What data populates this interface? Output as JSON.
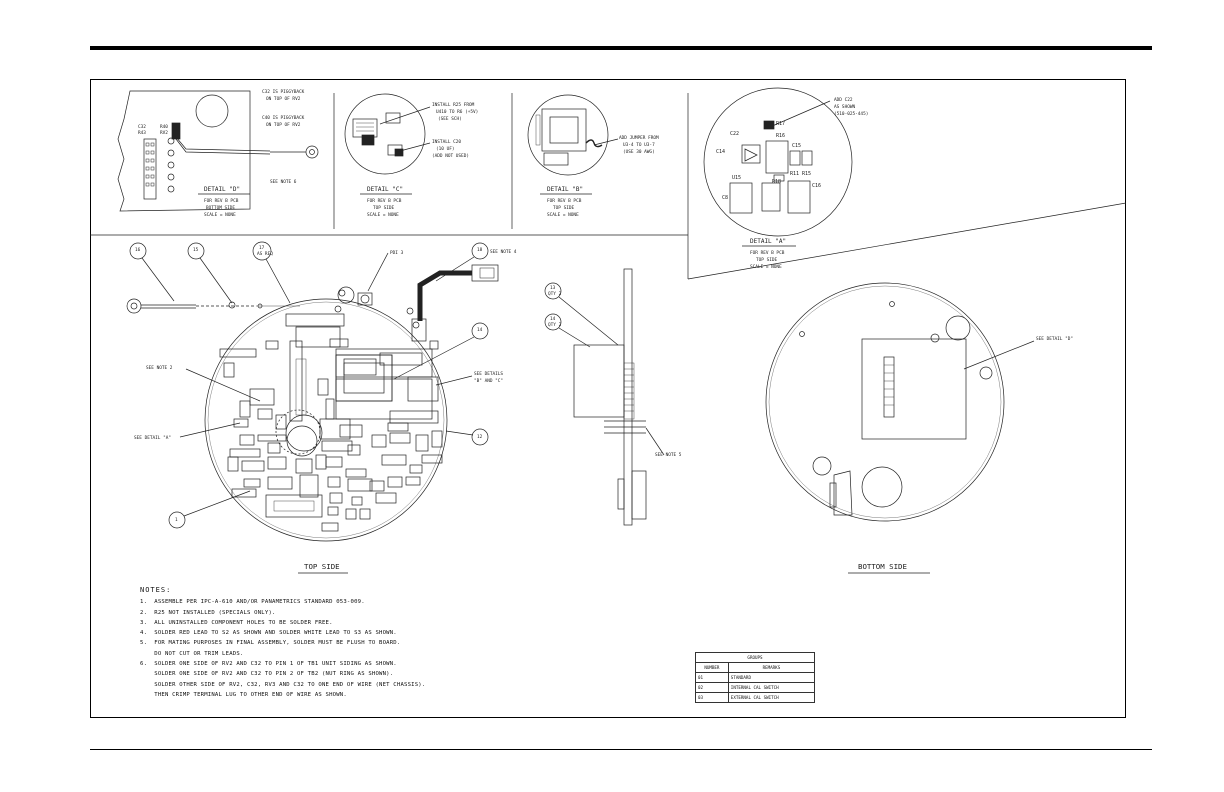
{
  "details": {
    "d": {
      "labels": [
        "C32",
        "R40",
        "R43",
        "RV2"
      ],
      "note1": [
        "C32 IS PIGGYBACK",
        "ON TOP OF RV2"
      ],
      "note2": [
        "C40 IS PIGGYBACK",
        "ON TOP OF RV2"
      ],
      "see_note": "SEE NOTE 6",
      "title": "DETAIL \"D\"",
      "sub": [
        "FOR REV B PCB",
        "BOTTOM SIDE",
        "SCALE = NONE"
      ]
    },
    "c": {
      "install1": [
        "INSTALL R25 FROM",
        "U410 TO R6 (+5V)",
        "(SEE SCH)"
      ],
      "install2": [
        "INSTALL C20",
        "(10 UF)",
        "(ADD NOT USED)"
      ],
      "title": "DETAIL \"C\"",
      "sub": [
        "FOR REV B PCB",
        "TOP SIDE",
        "SCALE = NONE"
      ]
    },
    "b": {
      "jumper": [
        "ADD JUMPER FROM",
        "U3-4 TO U3-7",
        "(USE 30 AWG)"
      ],
      "title": "DETAIL \"B\"",
      "sub": [
        "FOR REV B PCB",
        "TOP SIDE",
        "SCALE = NONE"
      ]
    },
    "a": {
      "add": [
        "ADD C22",
        "AS SHOWN",
        "(510-025-445)"
      ],
      "parts": [
        "C22",
        "C14",
        "R17",
        "R16",
        "U15",
        "C15",
        "R11",
        "R15",
        "C16",
        "C8",
        "R18"
      ],
      "title": "DETAIL \"A\"",
      "sub": [
        "FOR REV B PCB",
        "TOP SIDE",
        "SCALE = NONE"
      ]
    }
  },
  "top_side": {
    "title": "TOP SIDE",
    "balloons": [
      "16",
      "15",
      "17",
      "18",
      "14",
      "12",
      "1"
    ],
    "balloon_sub": "AS REQ",
    "callouts": {
      "pdi": "PDI 3",
      "see_note_4": "SEE NOTE 4",
      "see_note_2": "SEE NOTE 2",
      "see_detail_a": "SEE DETAIL \"A\"",
      "see_details_bc": [
        "SEE DETAILS",
        "\"B\" AND \"C\""
      ]
    }
  },
  "side_view": {
    "balloons": [
      "13",
      "14"
    ],
    "balloon_sub": "QTY 2",
    "see_note": "SEE NOTE 5"
  },
  "bottom_side": {
    "title": "BOTTOM SIDE",
    "see_detail": "SEE DETAIL \"D\""
  },
  "notes": {
    "heading": "NOTES:",
    "lines": [
      "1.  ASSEMBLE PER IPC-A-610 AND/OR PANAMETRICS STANDARD 053-009.",
      "2.  R25 NOT INSTALLED (SPECIALS ONLY).",
      "3.  ALL UNINSTALLED COMPONENT HOLES TO BE SOLDER FREE.",
      "4.  SOLDER RED LEAD TO S2 AS SHOWN AND SOLDER WHITE LEAD TO S3 AS SHOWN.",
      "5.  FOR MATING PURPOSES IN FINAL ASSEMBLY, SOLDER MUST BE FLUSH TO BOARD.",
      "    DO NOT CUT OR TRIM LEADS.",
      "6.  SOLDER ONE SIDE OF RV2 AND C32 TO PIN 1 OF TB1 UNIT SIDING AS SHOWN.",
      "    SOLDER ONE SIDE OF RV2 AND C32 TO PIN 2 OF TB2 (NUT RING AS SHOWN).",
      "    SOLDER OTHER SIDE OF RV2, C32, RV3 AND C32 TO ONE END OF WIRE (NET CHASSIS).",
      "    THEN CRIMP TERMINAL LUG TO OTHER END OF WIRE AS SHOWN."
    ]
  },
  "groups_table": {
    "caption": "GROUPS",
    "headers": [
      "NUMBER",
      "REMARKS"
    ],
    "rows": [
      [
        "01",
        "STANDARD"
      ],
      [
        "02",
        "INTERNAL CAL SWITCH"
      ],
      [
        "03",
        "EXTERNAL CAL SWITCH"
      ]
    ]
  }
}
